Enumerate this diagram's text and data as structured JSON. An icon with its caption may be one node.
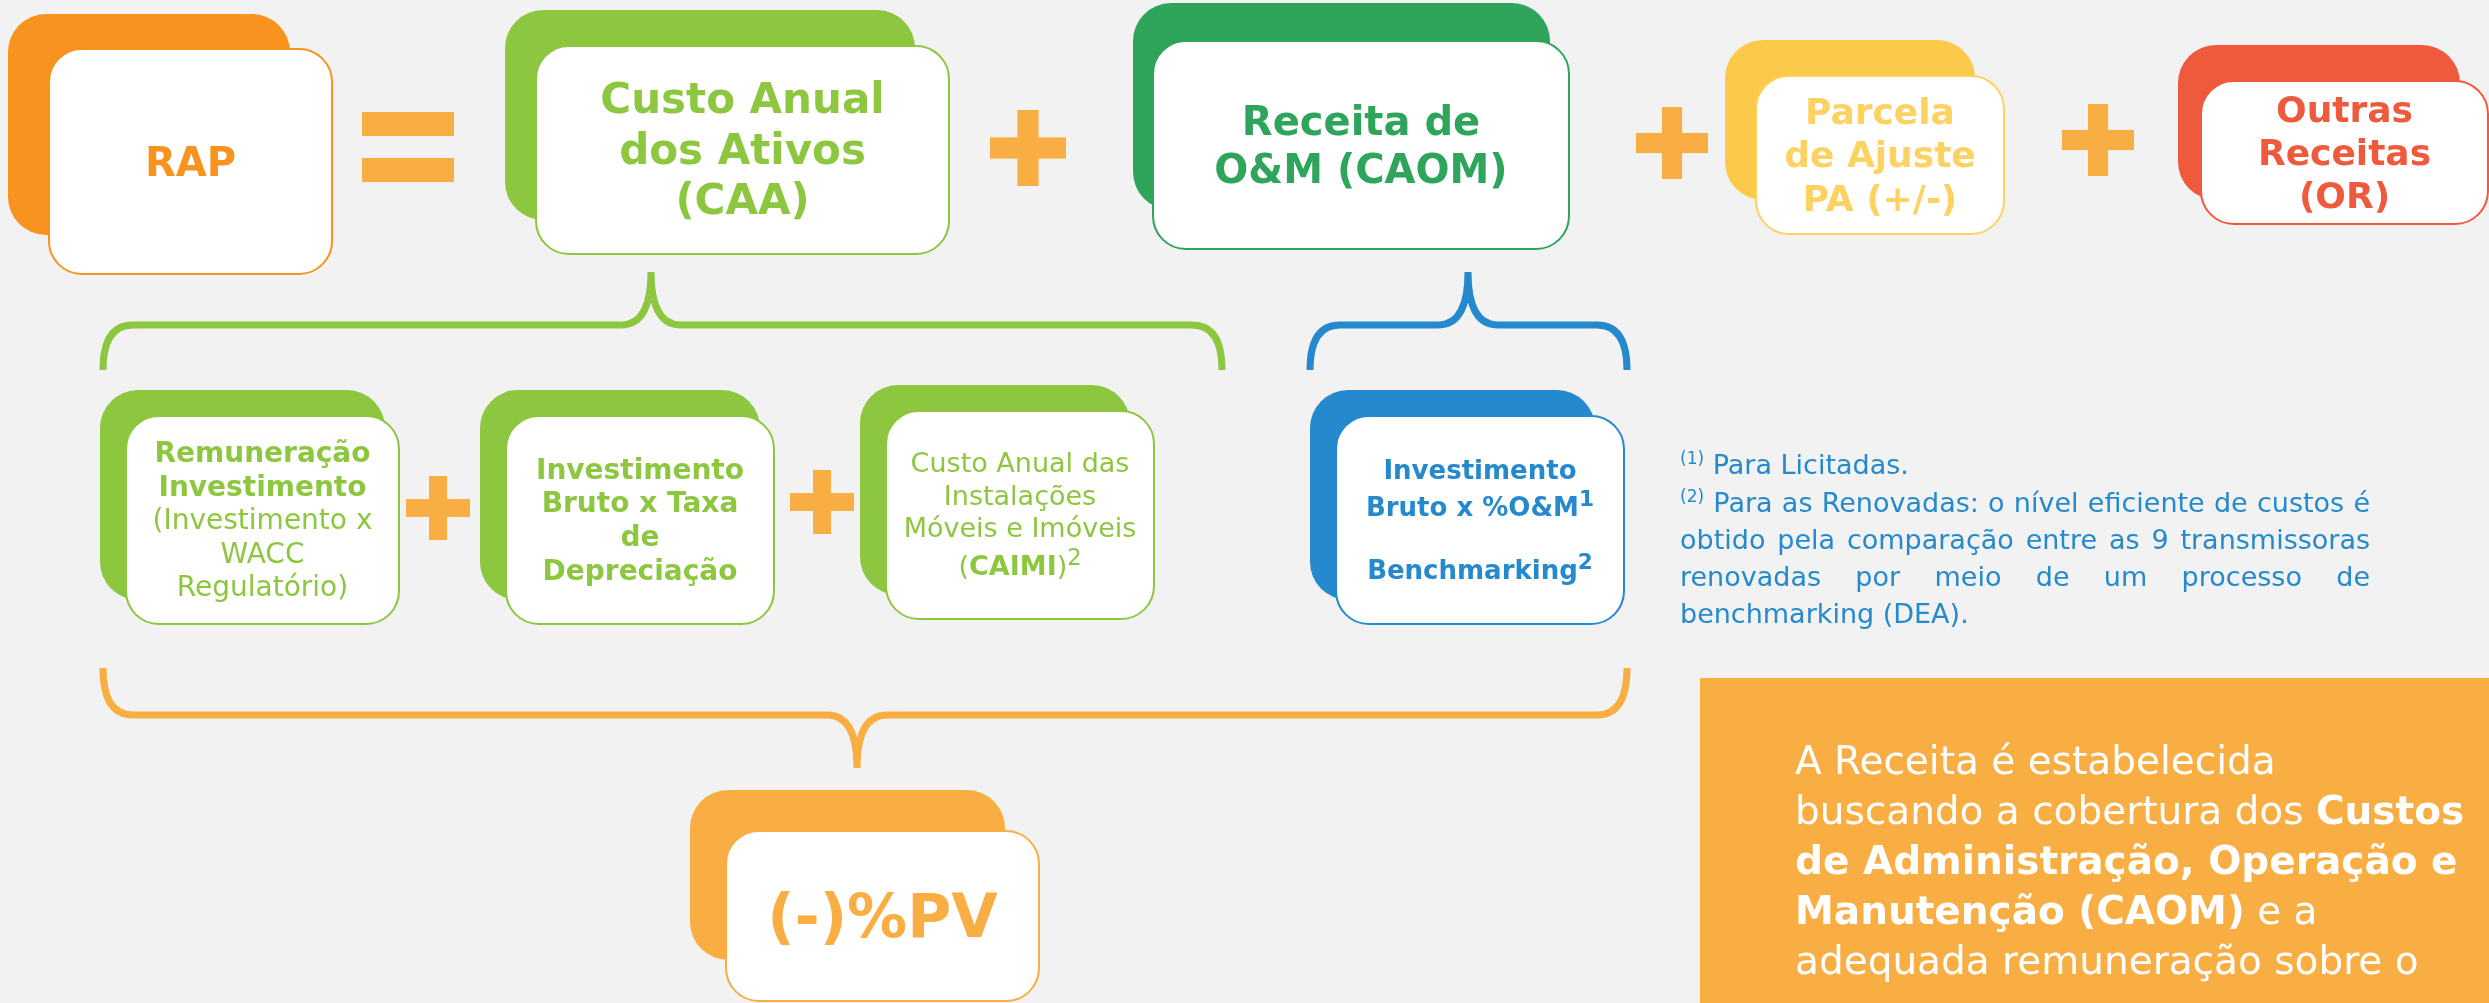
{
  "diagram": {
    "nodes": [
      {
        "text": [
          "RAP"
        ]
      },
      {
        "text": [
          "Custo Anual dos Ativos (CAA)"
        ]
      },
      {
        "text": [
          "Receita de O&M (CAOM)"
        ]
      },
      {
        "text": [
          "Parcela de Ajuste PA (+/-)"
        ]
      },
      {
        "text": [
          "Outras Receitas (OR)"
        ]
      },
      {
        "text": [
          "Remuneração Investimento",
          "(Investimento x WACC Regulatório)"
        ]
      },
      {
        "text": [
          "Investimento Bruto x Taxa de Depreciação"
        ]
      },
      {
        "text": [
          "Custo Anual das Instalações Móveis e Imóveis (**CAIMI**)$^{2}$"
        ]
      },
      {
        "text": [
          "Investimento Bruto x %O&M$^{1}$",
          "Benchmarking$^{2}$"
        ]
      },
      {
        "text": [
          "(-)%PV"
        ]
      },
      {
        "text": [
          "A Receita é estabelecida buscando a cobertura dos **Custos de Administração, Operação e Manutenção (CAOM)** e a adequada remuneração sobre o"
        ]
      }
    ],
    "labels": [
      "$^{(1)}$ Para Licitadas.",
      "$^{(2)}$ Para as Renovadas:  o nível eficiente de custos é obtido pela comparação entre as 9 transmissoras renovadas por meio de um processo de benchmarking (DEA)."
    ]
  }
}
